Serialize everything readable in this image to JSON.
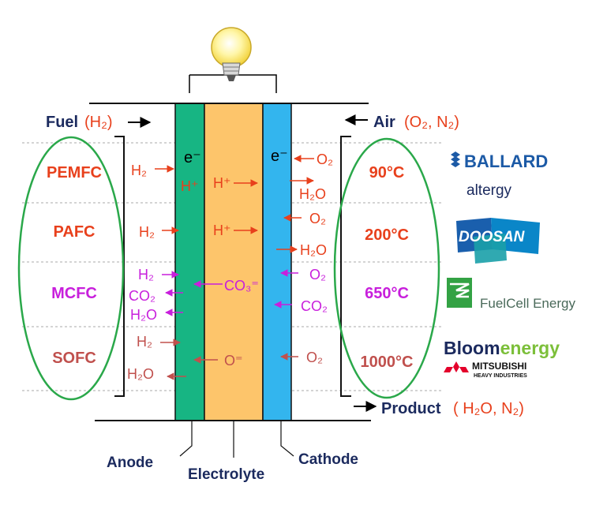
{
  "inlet": {
    "fuel_label": "Fuel",
    "fuel_species": "(H₂)",
    "air_label": "Air",
    "air_species": "(O₂, N₂)"
  },
  "outlet": {
    "product_label": "Product",
    "product_species": "( H₂O, N₂)"
  },
  "electrodes": {
    "anode": "Anode",
    "electrolyte": "Electrolyte",
    "cathode": "Cathode"
  },
  "electron_symbol": "e⁻",
  "fuel_cells": [
    {
      "name": "PEMFC",
      "temperature": "90°C",
      "color": "#e8401c",
      "anode_species": [
        "H₂"
      ],
      "ion": "H⁺",
      "ion_at_anode": "H⁺",
      "cathode_species": [
        "O₂",
        "H₂O"
      ]
    },
    {
      "name": "PAFC",
      "temperature": "200°C",
      "color": "#e8401c",
      "anode_species": [
        "H₂"
      ],
      "ion": "H⁺",
      "cathode_species": [
        "O₂",
        "H₂O"
      ]
    },
    {
      "name": "MCFC",
      "temperature": "650°C",
      "color": "#c81fdc",
      "anode_species": [
        "H₂",
        "CO₂",
        "H₂O"
      ],
      "ion": "CO₃⁼",
      "cathode_species": [
        "O₂",
        "CO₂"
      ]
    },
    {
      "name": "SOFC",
      "temperature": "1000°C",
      "color": "#c0504d",
      "anode_species": [
        "H₂",
        "H₂O"
      ],
      "ion": "O⁼",
      "cathode_species": [
        "O₂"
      ]
    }
  ],
  "logos": {
    "ballard": "BALLARD",
    "altergy": "altergy",
    "doosan": "DOOSAN",
    "fuelcell_energy": "FuelCell Energy",
    "bloom_1": "Bloom",
    "bloom_2": "energy",
    "mitsubishi_1": "MITSUBISHI",
    "mitsubishi_2": "HEAVY INDUSTRIES"
  },
  "colors": {
    "navy": "#1b2a5e",
    "red": "#e8401c",
    "magenta": "#c81fdc",
    "brown": "#c0504d",
    "anode": "#17b583",
    "electrolyte": "#fdc56b",
    "cathode": "#33b5ee",
    "ellipse": "#2aa84a"
  }
}
